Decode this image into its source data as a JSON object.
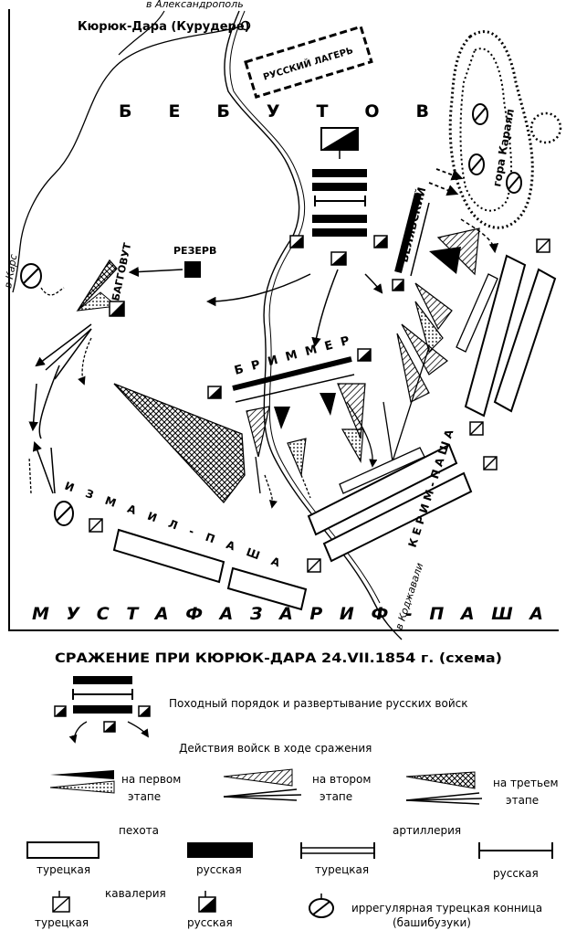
{
  "map": {
    "labels": {
      "alexandropol": "в Александрополь",
      "kuryuk_dara": "Кюрюк-Дара (Курудере)",
      "russian_camp": "РУССКИЙ ЛАГЕРЬ",
      "bebutov": "Б Е Б У Т О В",
      "karayal": "гора Караял",
      "belyavsky": "БЕЛЯВСКИЙ",
      "reserve": "РЕЗЕРВ",
      "bagovut": "БАГГОВУТ",
      "kars": "в Карс",
      "brimmer": "Б Р И М М Е Р",
      "ismail_pasha": "И З М А И Л - П А Ш А",
      "kerim_pasha": "К Е Р И М - П А Ш А",
      "kodzhavali": "в Коджавали",
      "mustafa": "М У С Т А Ф А   З А Р И Ф - П А Ш А"
    }
  },
  "legend": {
    "title": "СРАЖЕНИЕ ПРИ КЮРЮК-ДАРА 24.VII.1854 г. (схема)",
    "march_order": "Походный порядок и развертывание русских войск",
    "actions": "Действия войск в ходе сражения",
    "stage1": "на первом",
    "stage2": "на втором",
    "stage3": "на третьем",
    "stage_word": "этапе",
    "infantry": "пехота",
    "artillery": "артиллерия",
    "turkish": "турецкая",
    "russian": "русская",
    "cavalry": "кавалерия",
    "irregular": "иррегулярная турецкая конница",
    "bashibazouks": "(башибузуки)"
  },
  "colors": {
    "ink": "#000000",
    "paper": "#ffffff"
  }
}
